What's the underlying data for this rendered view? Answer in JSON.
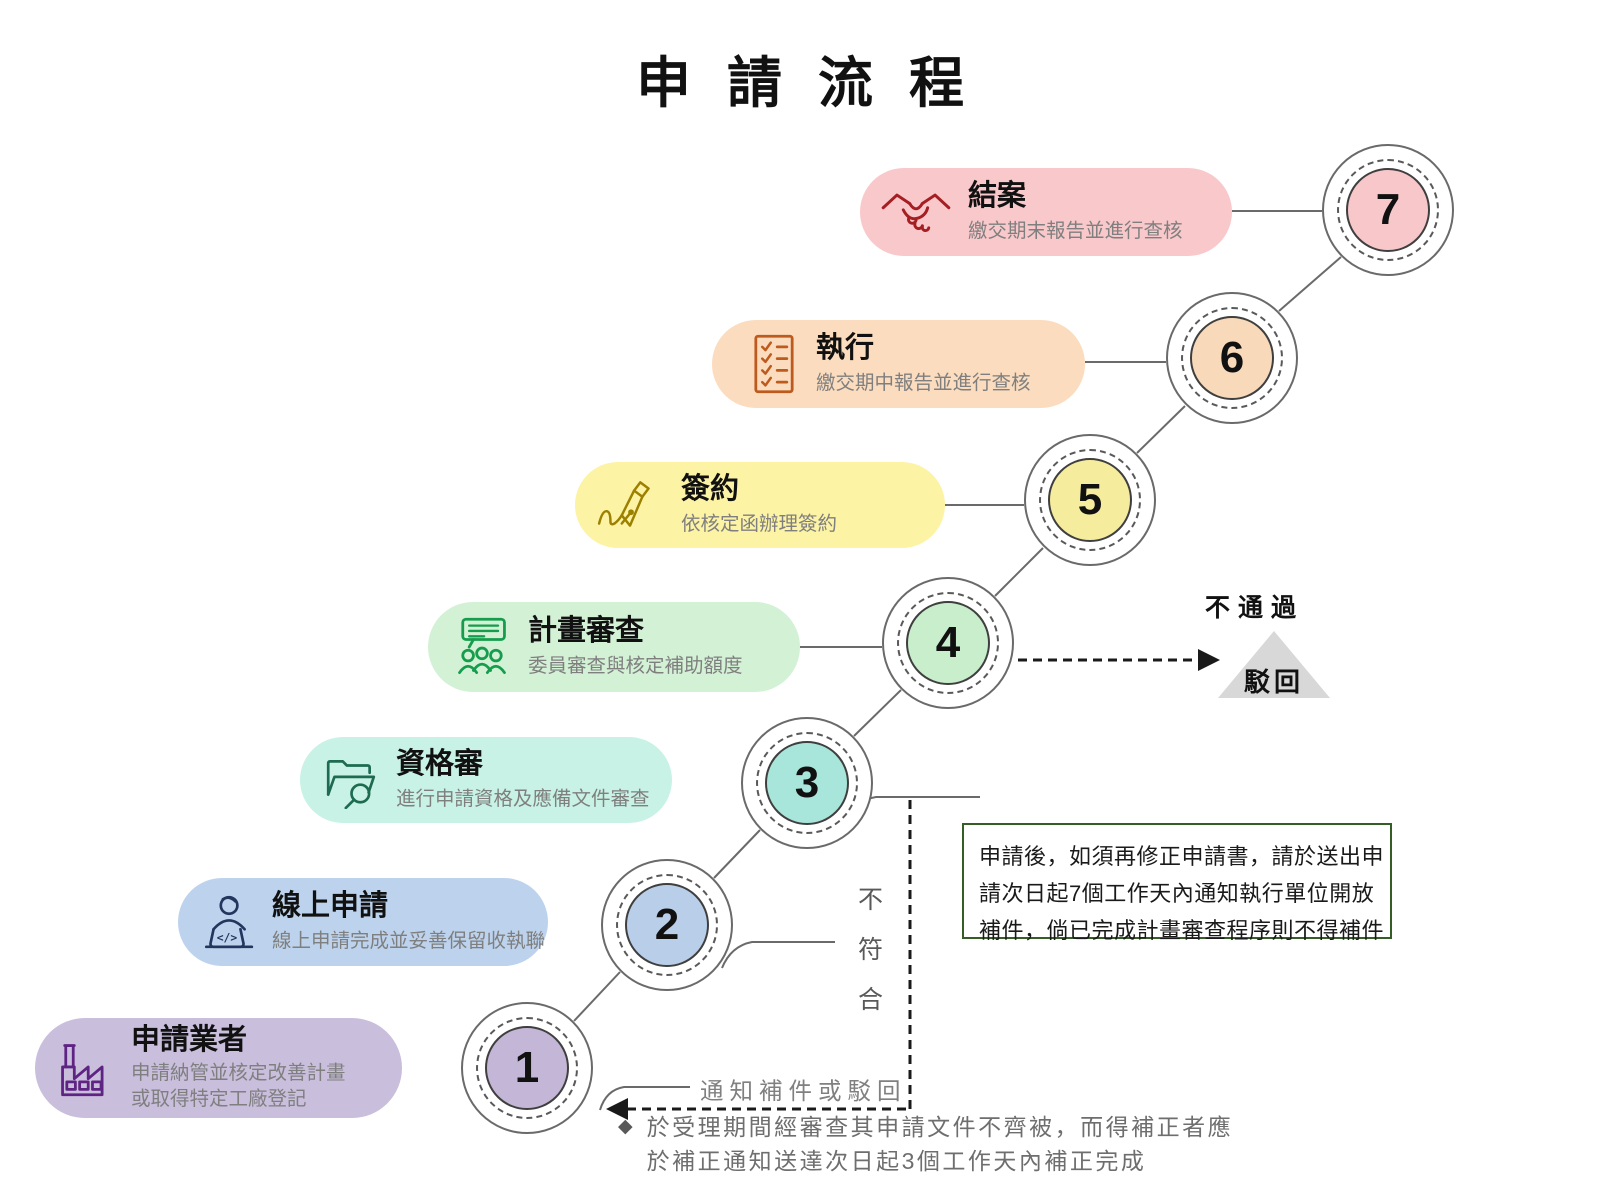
{
  "title": "申請流程",
  "steps": [
    {
      "number": "1",
      "title": "申請業者",
      "subtitle": "申請納管並核定改善計畫",
      "subtitle2": "或取得特定工廠登記",
      "icon": "factory-icon",
      "pill_color": "#c9bedc",
      "circle_color": "#c4b6d6",
      "icon_color": "#5f2483"
    },
    {
      "number": "2",
      "title": "線上申請",
      "subtitle": "線上申請完成並妥善保留收執聯",
      "icon": "person-laptop-icon",
      "pill_color": "#bdd3ed",
      "circle_color": "#b9cfe9",
      "icon_color": "#23365e"
    },
    {
      "number": "3",
      "title": "資格審",
      "subtitle": "進行申請資格及應備文件審查",
      "icon": "folder-search-icon",
      "pill_color": "#c8f2e5",
      "circle_color": "#a8e5da",
      "icon_color": "#1e6b52"
    },
    {
      "number": "4",
      "title": "計畫審查",
      "subtitle": "委員審查與核定補助額度",
      "icon": "committee-icon",
      "pill_color": "#d3f1d5",
      "circle_color": "#c8eecc",
      "icon_color": "#169c4d"
    },
    {
      "number": "5",
      "title": "簽約",
      "subtitle": "依核定函辦理簽約",
      "icon": "pen-icon",
      "pill_color": "#fcf3a5",
      "circle_color": "#f6ec9e",
      "icon_color": "#9c8000"
    },
    {
      "number": "6",
      "title": "執行",
      "subtitle": "繳交期中報告並進行查核",
      "icon": "checklist-icon",
      "pill_color": "#fbdcbe",
      "circle_color": "#f8d9ba",
      "icon_color": "#bd5a1d"
    },
    {
      "number": "7",
      "title": "結案",
      "subtitle": "繳交期末報告並進行查核",
      "icon": "handshake-icon",
      "pill_color": "#f9c8cb",
      "circle_color": "#f7c7ca",
      "icon_color": "#a51e22"
    }
  ],
  "reject": {
    "label": "不通過",
    "triangle_label": "駁回",
    "triangle_color": "#d8d8d8"
  },
  "mismatch": {
    "char1": "不",
    "char2": "符",
    "char3": "合"
  },
  "notify_label": "通知補件或駁回",
  "note_box": {
    "border_color": "#355e27",
    "line1": "申請後，如須再修正申請書，請於送出申",
    "line2": "請次日起7個工作天內通知執行單位開放",
    "line3": "補件，倘已完成計畫審查程序則不得補件"
  },
  "footnote": {
    "bullet": "◆",
    "line1": "於受理期間經審查其申請文件不齊被，而得補正者應",
    "line2": "於補正通知送達次日起3個工作天內補正完成"
  },
  "colors": {
    "connector_gray": "#6a6a6a",
    "dashed_black": "#1a1a1a",
    "subtitle_gray": "#7f7f7f"
  }
}
